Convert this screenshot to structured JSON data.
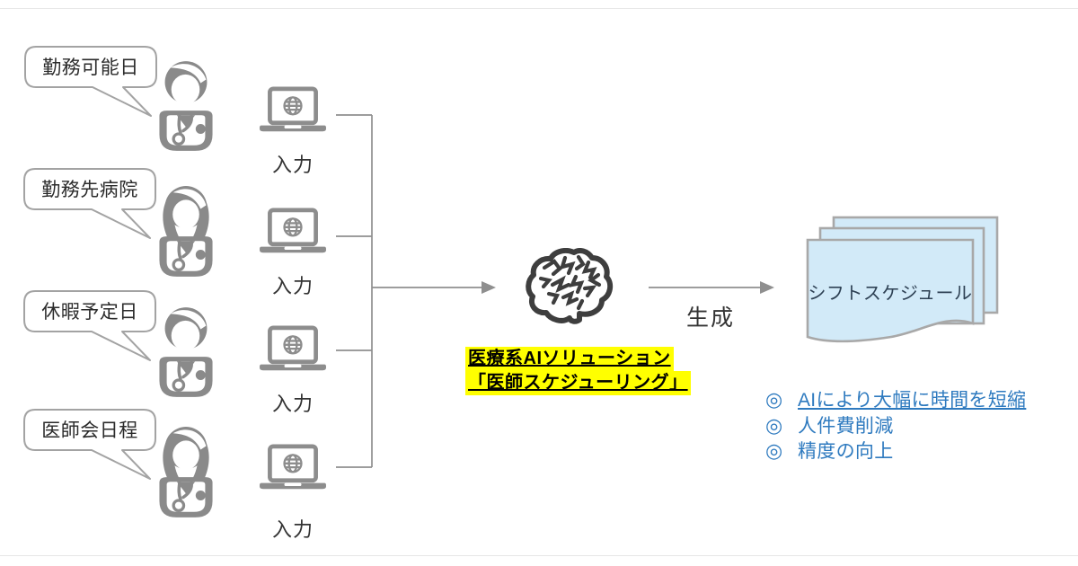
{
  "rows": [
    {
      "label": "勤務可能日",
      "doctor": "male",
      "input_label": "入力"
    },
    {
      "label": "勤務先病院",
      "doctor": "female",
      "input_label": "入力"
    },
    {
      "label": "休暇予定日",
      "doctor": "male",
      "input_label": "入力"
    },
    {
      "label": "医師会日程",
      "doctor": "female",
      "input_label": "入力"
    }
  ],
  "ai": {
    "title_line1": "医療系AIソリューション",
    "title_line2": "「医師スケジューリング」",
    "highlight_color": "#ffff00"
  },
  "flow": {
    "generate_label": "生成"
  },
  "output": {
    "document_label": "シフトスケジュール",
    "document_fill": "#d2eaf8"
  },
  "benefits": {
    "bullet": "◎",
    "items": [
      {
        "text": "AIにより大幅に時間を短縮",
        "underline": true
      },
      {
        "text": "人件費削減",
        "underline": false
      },
      {
        "text": "精度の向上",
        "underline": false
      }
    ],
    "color": "#2e7abf"
  },
  "icons": {
    "doctor": "doctor-person-icon",
    "laptop": "laptop-globe-icon",
    "brain": "ai-brain-icon",
    "documents": "stacked-documents-icon"
  },
  "colors": {
    "icon_gray": "#8a8a8a",
    "line_gray": "#8f8f8f",
    "accent_blue": "#2e7abf",
    "highlight_yellow": "#ffff00"
  }
}
